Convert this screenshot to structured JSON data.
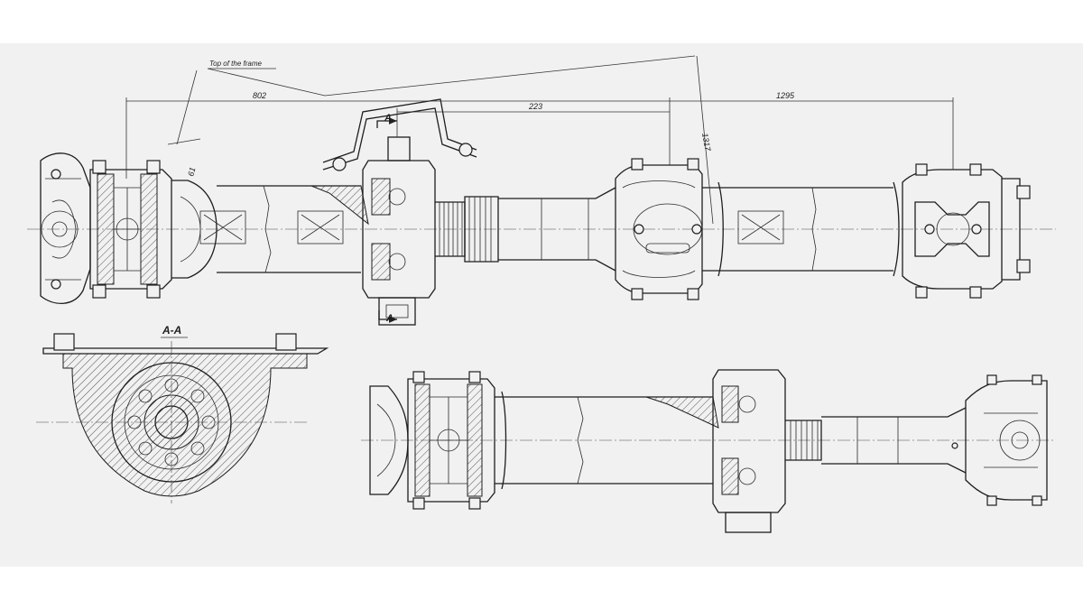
{
  "labels": {
    "frame_note": "Top of the frame",
    "dim_802": "802",
    "dim_223": "223",
    "dim_1295": "1295",
    "dim_1317": "1317",
    "dim_61": "61",
    "section_mark_top": "A",
    "section_mark_bottom": "A",
    "section_title": "A-A"
  },
  "colors": {
    "paper": "#f1f1f1",
    "ink": "#1e1e1e"
  }
}
